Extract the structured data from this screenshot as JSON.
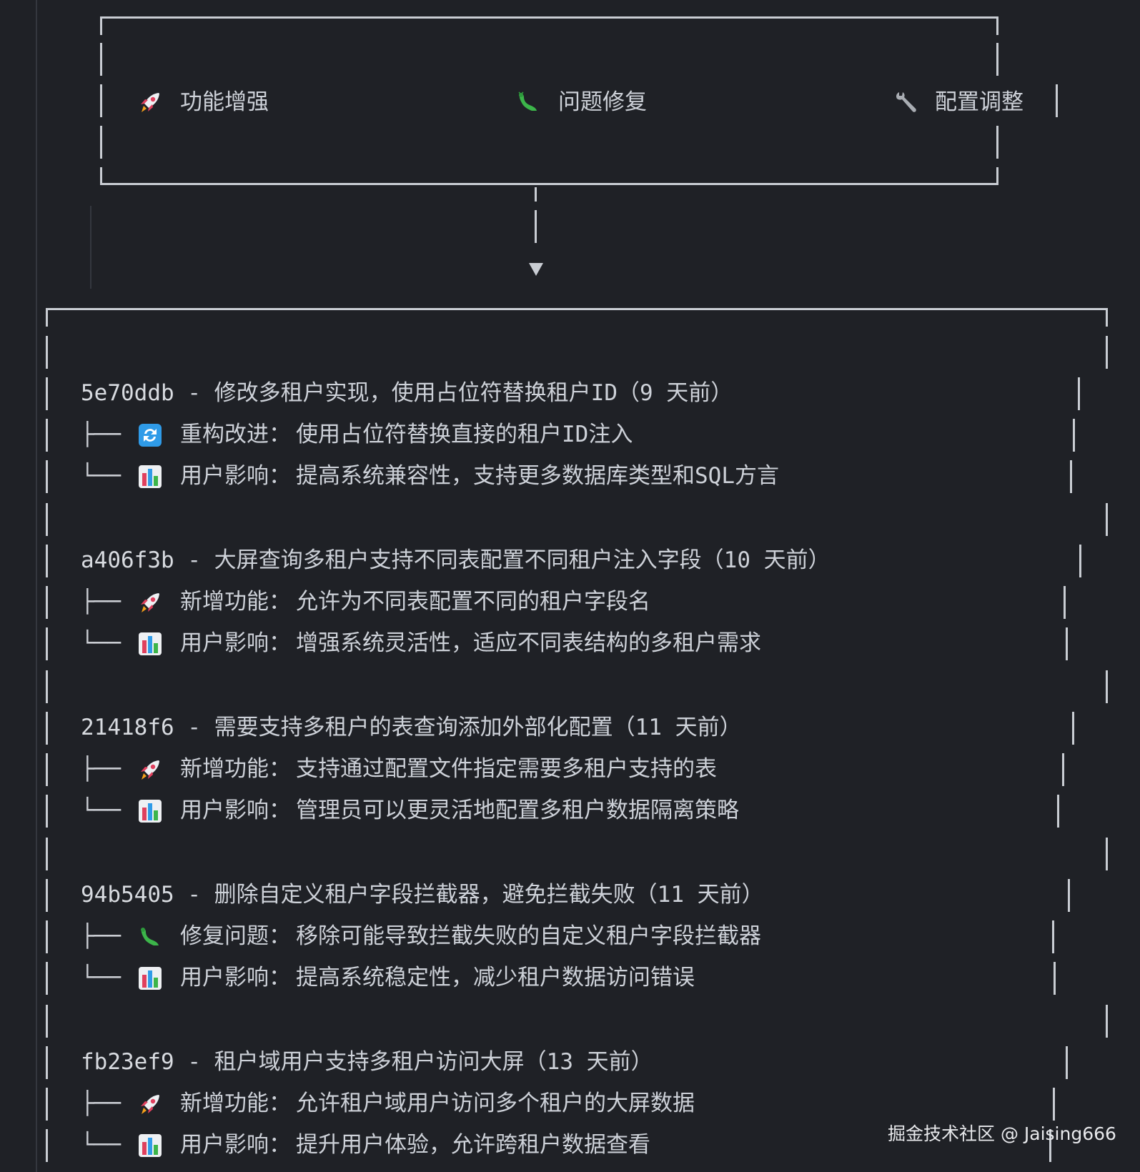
{
  "header": {
    "categories": [
      {
        "icon": "rocket-icon",
        "label": "功能增强"
      },
      {
        "icon": "bug-icon",
        "label": "问题修复"
      },
      {
        "icon": "wrench-icon",
        "label": "配置调整"
      }
    ]
  },
  "commits": [
    {
      "hash": "5e70ddb",
      "separator": " - ",
      "message": "修改多租户实现，使用占位符替换租户ID",
      "age": "（9 天前）",
      "items": [
        {
          "branch": "├──",
          "icon": "refresh-icon",
          "label": "重构改进：",
          "text": "使用占位符替换直接的租户ID注入"
        },
        {
          "branch": "└──",
          "icon": "bar-chart-icon",
          "label": "用户影响：",
          "text": "提高系统兼容性，支持更多数据库类型和SQL方言"
        }
      ]
    },
    {
      "hash": "a406f3b",
      "separator": " - ",
      "message": "大屏查询多租户支持不同表配置不同租户注入字段",
      "age": "（10 天前）",
      "items": [
        {
          "branch": "├──",
          "icon": "rocket-icon",
          "label": "新增功能：",
          "text": "允许为不同表配置不同的租户字段名"
        },
        {
          "branch": "└──",
          "icon": "bar-chart-icon",
          "label": "用户影响：",
          "text": "增强系统灵活性，适应不同表结构的多租户需求"
        }
      ]
    },
    {
      "hash": "21418f6",
      "separator": " - ",
      "message": "需要支持多租户的表查询添加外部化配置",
      "age": "（11 天前）",
      "items": [
        {
          "branch": "├──",
          "icon": "rocket-icon",
          "label": "新增功能：",
          "text": "支持通过配置文件指定需要多租户支持的表"
        },
        {
          "branch": "└──",
          "icon": "bar-chart-icon",
          "label": "用户影响：",
          "text": "管理员可以更灵活地配置多租户数据隔离策略"
        }
      ]
    },
    {
      "hash": "94b5405",
      "separator": " - ",
      "message": "删除自定义租户字段拦截器，避免拦截失败",
      "age": "（11 天前）",
      "items": [
        {
          "branch": "├──",
          "icon": "bug-icon",
          "label": "修复问题：",
          "text": "移除可能导致拦截失败的自定义租户字段拦截器"
        },
        {
          "branch": "└──",
          "icon": "bar-chart-icon",
          "label": "用户影响：",
          "text": "提高系统稳定性，减少租户数据访问错误"
        }
      ]
    },
    {
      "hash": "fb23ef9",
      "separator": " - ",
      "message": "租户域用户支持多租户访问大屏",
      "age": "（13 天前）",
      "items": [
        {
          "branch": "├──",
          "icon": "rocket-icon",
          "label": "新增功能：",
          "text": "允许租户域用户访问多个租户的大屏数据"
        },
        {
          "branch": "└──",
          "icon": "bar-chart-icon",
          "label": "用户影响：",
          "text": "提升用户体验，允许跨租户数据查看"
        }
      ]
    }
  ],
  "watermark": "掘金技术社区 @ Jaising666"
}
